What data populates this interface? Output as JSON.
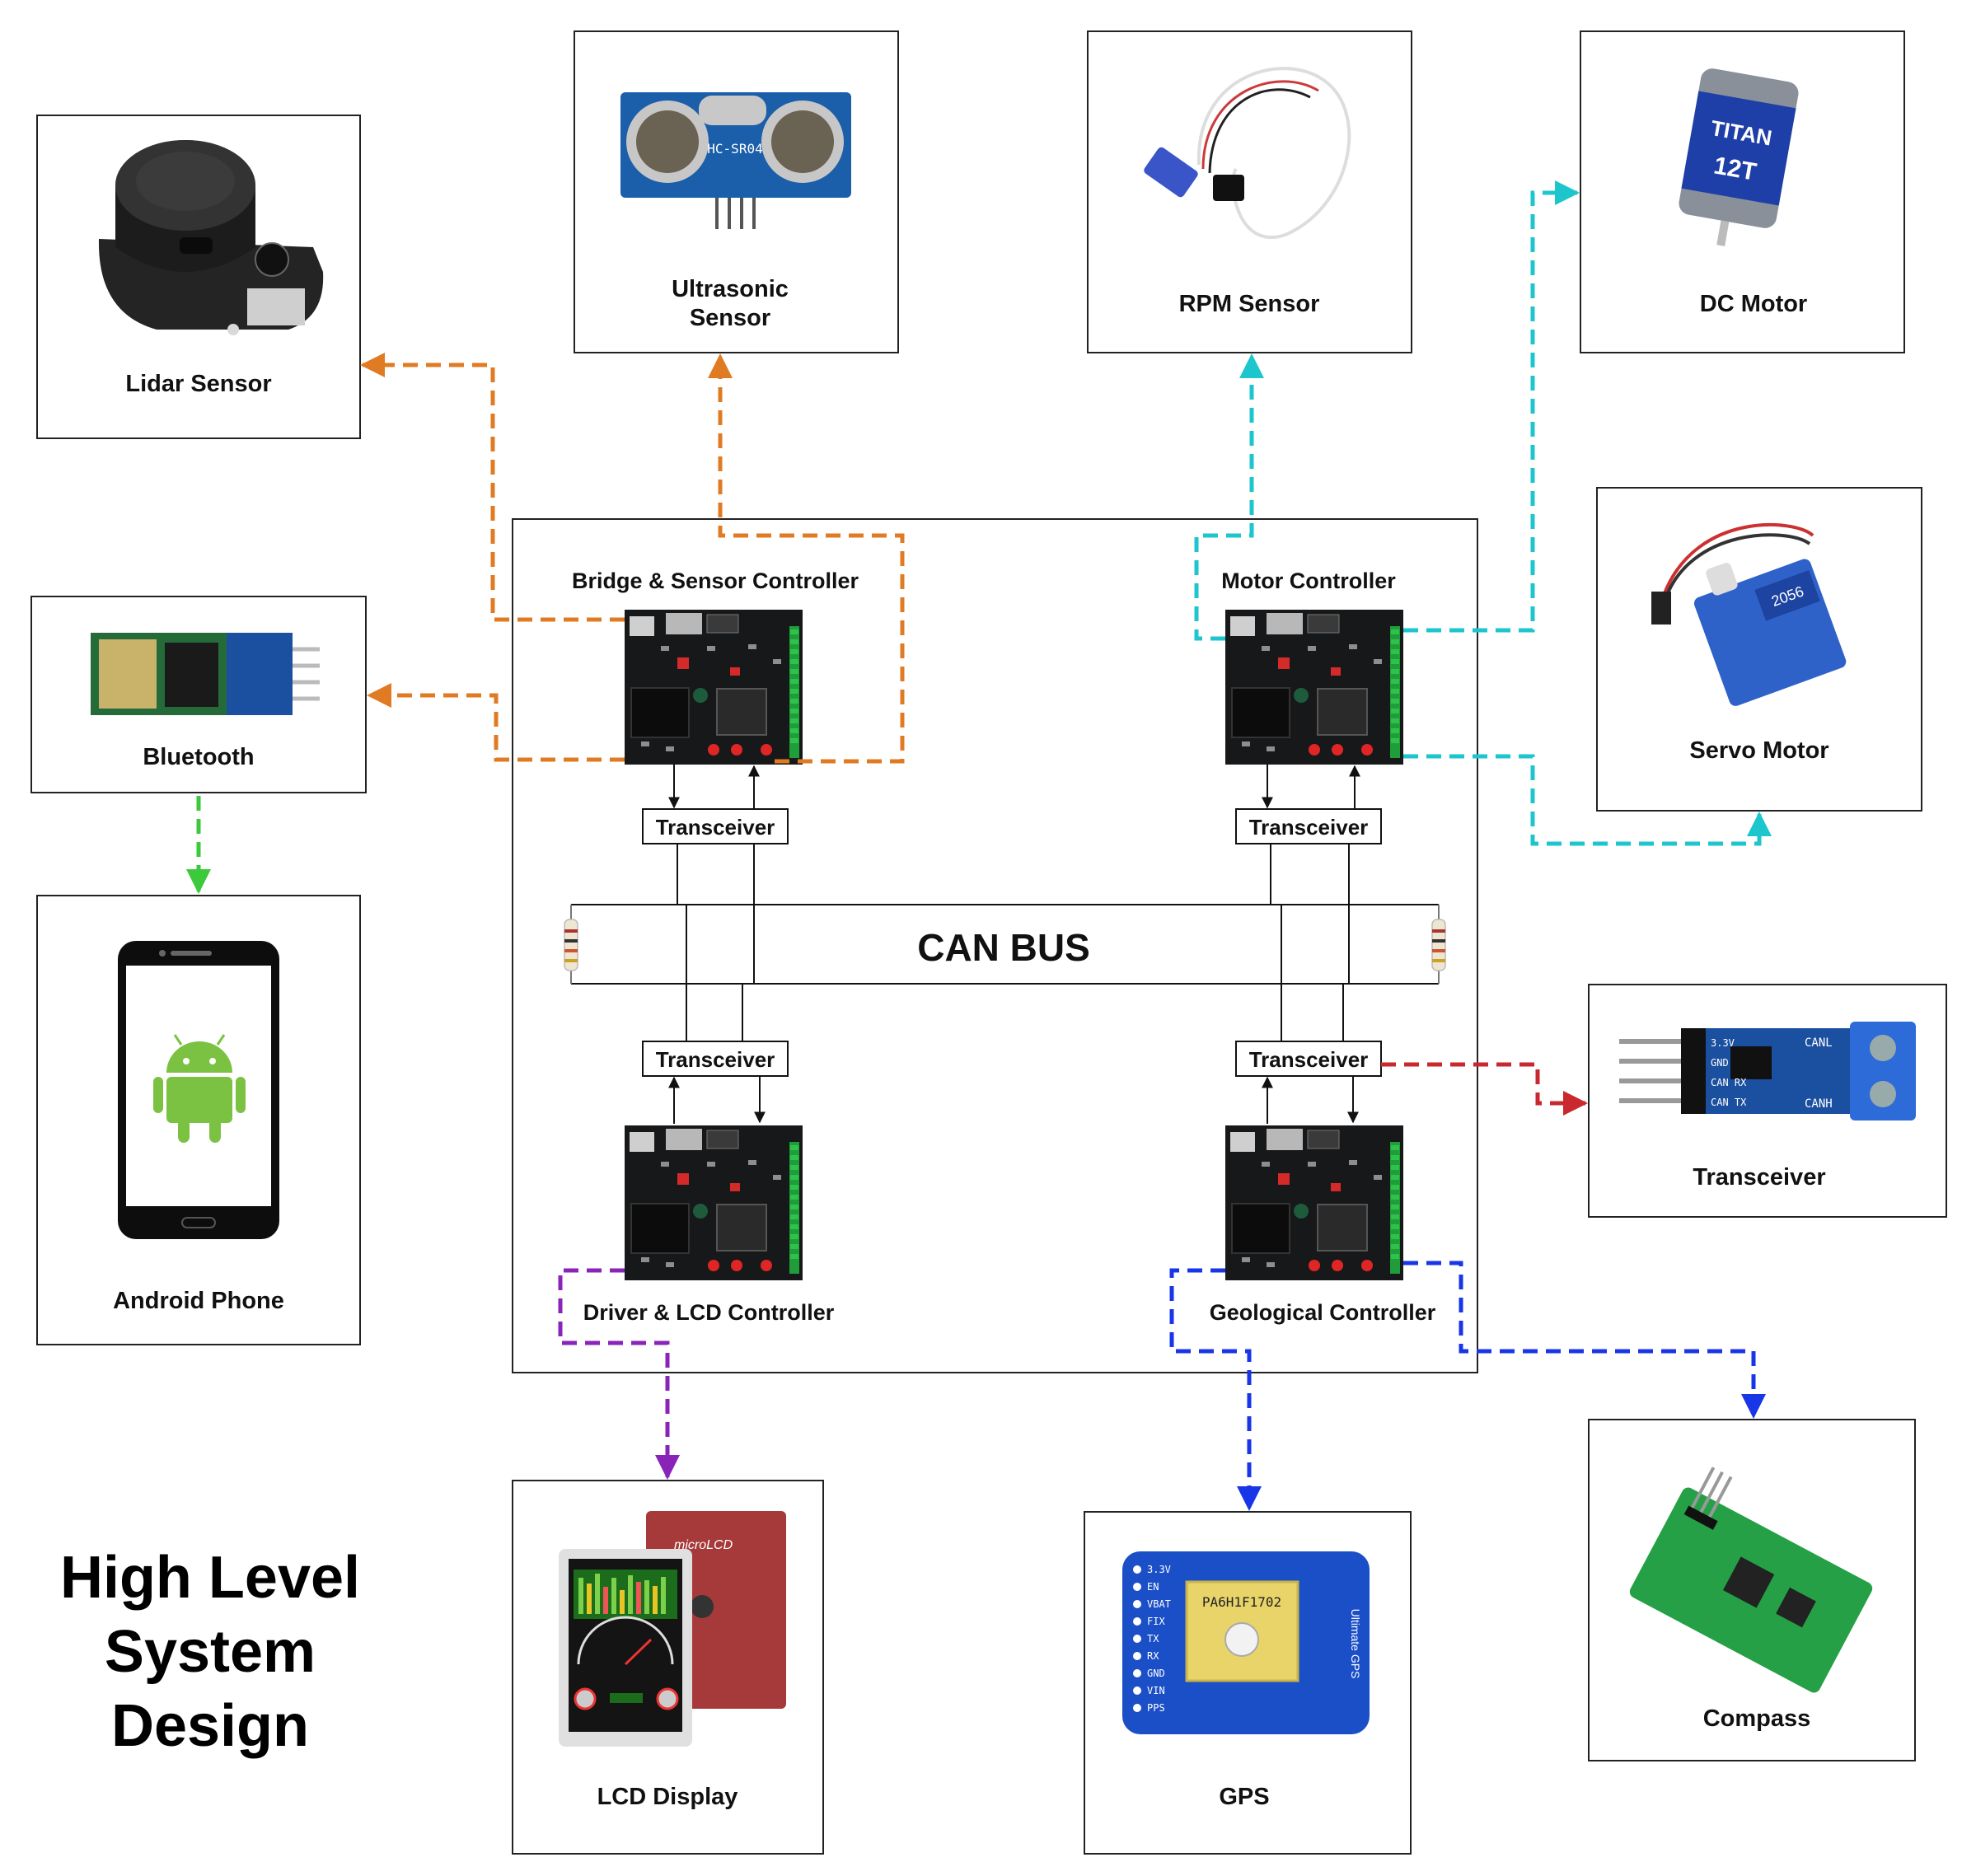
{
  "title": [
    "High Level",
    "System",
    "Design"
  ],
  "bus": {
    "label": "CAN BUS"
  },
  "controllers": {
    "bridge": "Bridge & Sensor Controller",
    "motor": "Motor Controller",
    "driver": "Driver & LCD Controller",
    "geo": "Geological Controller"
  },
  "transceiver_label": "Transceiver",
  "peripherals": {
    "lidar": "Lidar Sensor",
    "ultrasonic": [
      "Ultrasonic",
      "Sensor"
    ],
    "rpm": "RPM Sensor",
    "dc_motor": "DC Motor",
    "bluetooth": "Bluetooth",
    "android": "Android Phone",
    "servo": "Servo Motor",
    "transceiver": "Transceiver",
    "lcd": "LCD Display",
    "gps": "GPS",
    "compass": "Compass"
  },
  "part_markings": {
    "ultrasonic_model": "HC-SR04",
    "dc_motor_brand": "TITAN",
    "dc_motor_size": "12T",
    "servo_model": "2056",
    "gps_module": "PA6H1F1702",
    "gps_board": "Ultimate GPS",
    "lcd_brand": "microLCD",
    "transceiver_pins_left": [
      "3.3V",
      "GND",
      "CAN RX",
      "CAN TX"
    ],
    "transceiver_pins_right": [
      "CANL",
      "CANH"
    ],
    "gps_pins": [
      "3.3V",
      "EN",
      "VBAT",
      "FIX",
      "TX",
      "RX",
      "GND",
      "VIN",
      "PPS"
    ]
  },
  "colors": {
    "orange": "#e07b24",
    "cyan": "#1cc6cc",
    "green": "#3cc93c",
    "red": "#c8282e",
    "purple": "#8a24b8",
    "blue": "#1836e8"
  }
}
